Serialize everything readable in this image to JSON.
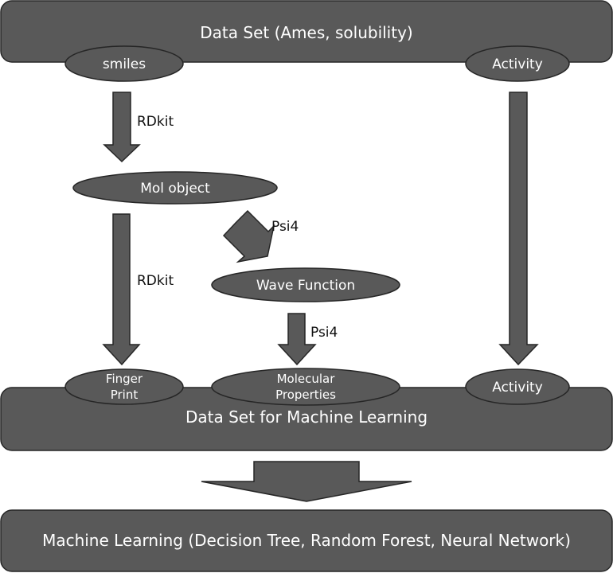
{
  "top_box": {
    "title": "Data Set (Ames, solubility)"
  },
  "top_nodes": {
    "smiles": "smiles",
    "activity": "Activity"
  },
  "mol_object": "Mol object",
  "wave_function": "Wave Function",
  "arrow_labels": {
    "smiles_to_mol": "RDkit",
    "mol_to_fingerprint": "RDkit",
    "mol_to_wave": "Psi4",
    "wave_to_props": "Psi4"
  },
  "ml_dataset": {
    "title": "Data Set for Machine Learning",
    "fingerprint": [
      "Finger",
      "Print"
    ],
    "molecular_properties": [
      "Molecular",
      "Properties"
    ],
    "activity": "Activity"
  },
  "ml_box": {
    "title": "Machine Learning (Decision Tree, Random Forest, Neural Network)"
  }
}
